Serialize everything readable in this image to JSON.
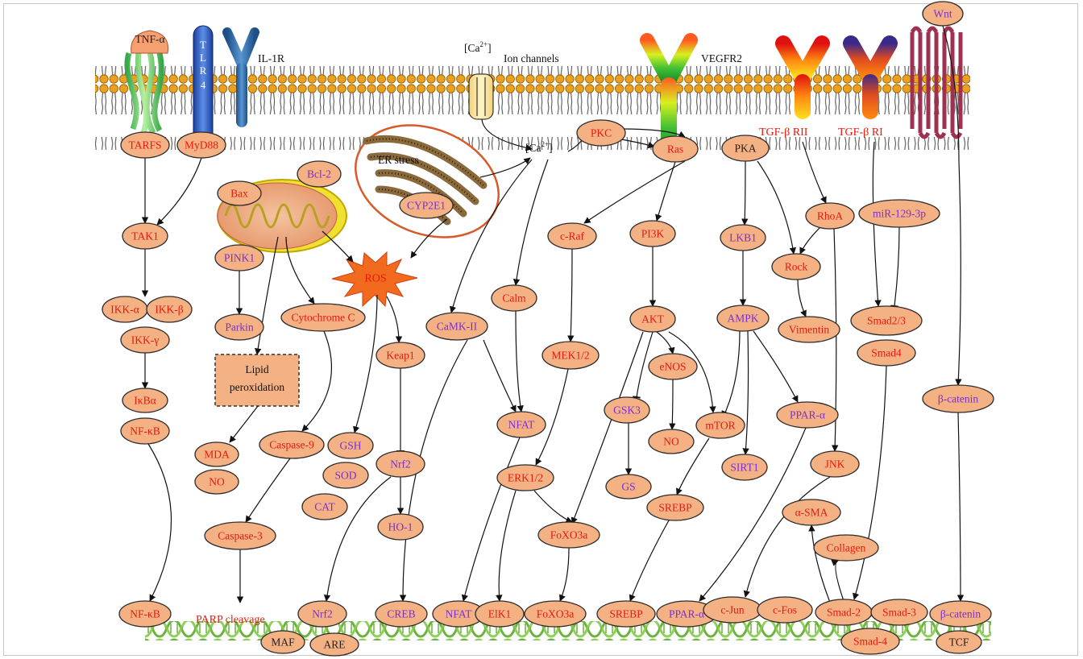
{
  "colors": {
    "node_fill": "#f4b183",
    "red_text": "#e8190c",
    "purple_text": "#7a2fd0",
    "membrane": "#e8a21c",
    "dna": "#7cc242"
  },
  "receptors": {
    "tnf": "TNF-α",
    "tlr": [
      "T",
      "L",
      "R",
      "4"
    ],
    "il1r": "IL-1R",
    "ca_top": "[Ca2+]",
    "ion_channels": "Ion channels",
    "vegfr2": "VEGFR2",
    "tgfb_rii": "TGF-β RII",
    "tgfb_ri": "TGF-β RI",
    "wnt": "Wnt"
  },
  "labels": {
    "er_stress": "ER stress",
    "ca_mid": "[Ca2+]",
    "lipid_line1": "Lipid",
    "lipid_line2": "peroxidation",
    "ros": "ROS",
    "parp": "PARP cleavage"
  },
  "nodes": [
    {
      "id": "tarfs",
      "t": "TARFS",
      "c": "red"
    },
    {
      "id": "myd88",
      "t": "MyD88",
      "c": "red"
    },
    {
      "id": "tak1",
      "t": "TAK1",
      "c": "red"
    },
    {
      "id": "ikka",
      "t": "IKK-α",
      "c": "red"
    },
    {
      "id": "ikkb",
      "t": "IKK-β",
      "c": "red"
    },
    {
      "id": "ikkg",
      "t": "IKK-γ",
      "c": "red"
    },
    {
      "id": "ikba",
      "t": "IκBα",
      "c": "red"
    },
    {
      "id": "nfkb1",
      "t": "NF-κB",
      "c": "red"
    },
    {
      "id": "nfkb2",
      "t": "NF-κB",
      "c": "red"
    },
    {
      "id": "bax",
      "t": "Bax",
      "c": "red"
    },
    {
      "id": "bcl2",
      "t": "Bcl-2",
      "c": "purple"
    },
    {
      "id": "pink1",
      "t": "PINK1",
      "c": "purple"
    },
    {
      "id": "parkin",
      "t": "Parkin",
      "c": "purple"
    },
    {
      "id": "cytc",
      "t": "Cytochrome C",
      "c": "red"
    },
    {
      "id": "mda",
      "t": "MDA",
      "c": "red"
    },
    {
      "id": "no1",
      "t": "NO",
      "c": "red"
    },
    {
      "id": "casp9",
      "t": "Caspase-9",
      "c": "red"
    },
    {
      "id": "casp3",
      "t": "Caspase-3",
      "c": "red"
    },
    {
      "id": "cyp2e1",
      "t": "CYP2E1",
      "c": "purple"
    },
    {
      "id": "gsh",
      "t": "GSH",
      "c": "purple"
    },
    {
      "id": "sod",
      "t": "SOD",
      "c": "purple"
    },
    {
      "id": "cat",
      "t": "CAT",
      "c": "purple"
    },
    {
      "id": "keap1",
      "t": "Keap1",
      "c": "red"
    },
    {
      "id": "nrf2a",
      "t": "Nrf2",
      "c": "purple"
    },
    {
      "id": "ho1",
      "t": "HO-1",
      "c": "purple"
    },
    {
      "id": "nrf2b",
      "t": "Nrf2",
      "c": "purple"
    },
    {
      "id": "maf",
      "t": "MAF",
      "c": "dark"
    },
    {
      "id": "are",
      "t": "ARE",
      "c": "dark"
    },
    {
      "id": "pkc",
      "t": "PKC",
      "c": "red"
    },
    {
      "id": "camk",
      "t": "CaMK-II",
      "c": "purple"
    },
    {
      "id": "calm",
      "t": "Calm",
      "c": "red"
    },
    {
      "id": "nfat1",
      "t": "NFAT",
      "c": "purple"
    },
    {
      "id": "creb",
      "t": "CREB",
      "c": "purple"
    },
    {
      "id": "nfat2",
      "t": "NFAT",
      "c": "purple"
    },
    {
      "id": "ras",
      "t": "Ras",
      "c": "red"
    },
    {
      "id": "craf",
      "t": "c-Raf",
      "c": "red"
    },
    {
      "id": "mek",
      "t": "MEK1/2",
      "c": "red"
    },
    {
      "id": "erk",
      "t": "ERK1/2",
      "c": "red"
    },
    {
      "id": "elk1",
      "t": "ElK1",
      "c": "red"
    },
    {
      "id": "pi3k",
      "t": "PI3K",
      "c": "red"
    },
    {
      "id": "akt",
      "t": "AKT",
      "c": "red"
    },
    {
      "id": "enos",
      "t": "eNOS",
      "c": "red"
    },
    {
      "id": "gsk3",
      "t": "GSK3",
      "c": "purple"
    },
    {
      "id": "no2",
      "t": "NO",
      "c": "red"
    },
    {
      "id": "gs",
      "t": "GS",
      "c": "purple"
    },
    {
      "id": "foxo1",
      "t": "FoXO3a",
      "c": "red"
    },
    {
      "id": "foxo2",
      "t": "FoXO3a",
      "c": "red"
    },
    {
      "id": "pka",
      "t": "PKA",
      "c": "dark"
    },
    {
      "id": "lkb1",
      "t": "LKB1",
      "c": "purple"
    },
    {
      "id": "ampk",
      "t": "AMPK",
      "c": "purple"
    },
    {
      "id": "mtor",
      "t": "mTOR",
      "c": "red"
    },
    {
      "id": "sirt1",
      "t": "SIRT1",
      "c": "purple"
    },
    {
      "id": "ppara1",
      "t": "PPAR-α",
      "c": "purple"
    },
    {
      "id": "srebp1",
      "t": "SREBP",
      "c": "red"
    },
    {
      "id": "srebp2",
      "t": "SREBP",
      "c": "red"
    },
    {
      "id": "ppara2",
      "t": "PPAR-α",
      "c": "purple"
    },
    {
      "id": "rhoa",
      "t": "RhoA",
      "c": "red"
    },
    {
      "id": "rock",
      "t": "Rock",
      "c": "red"
    },
    {
      "id": "vim",
      "t": "Vimentin",
      "c": "red"
    },
    {
      "id": "jnk",
      "t": "JNK",
      "c": "red"
    },
    {
      "id": "cjun",
      "t": "c-Jun",
      "c": "red"
    },
    {
      "id": "cfos",
      "t": "c-Fos",
      "c": "red"
    },
    {
      "id": "asma",
      "t": "α-SMA",
      "c": "red"
    },
    {
      "id": "coll",
      "t": "Collagen",
      "c": "red"
    },
    {
      "id": "mir",
      "t": "miR-129-3p",
      "c": "purple"
    },
    {
      "id": "smad23",
      "t": "Smad2/3",
      "c": "red"
    },
    {
      "id": "smad4",
      "t": "Smad4",
      "c": "red"
    },
    {
      "id": "smad2",
      "t": "Smad-2",
      "c": "red"
    },
    {
      "id": "smad3",
      "t": "Smad-3",
      "c": "red"
    },
    {
      "id": "smad4b",
      "t": "Smad-4",
      "c": "red"
    },
    {
      "id": "wnt",
      "t": "Wnt",
      "c": "purple"
    },
    {
      "id": "bcat1",
      "t": "β-catenin",
      "c": "purple"
    },
    {
      "id": "bcat2",
      "t": "β-catenin",
      "c": "purple"
    },
    {
      "id": "tcf",
      "t": "TCF",
      "c": "dark"
    }
  ]
}
